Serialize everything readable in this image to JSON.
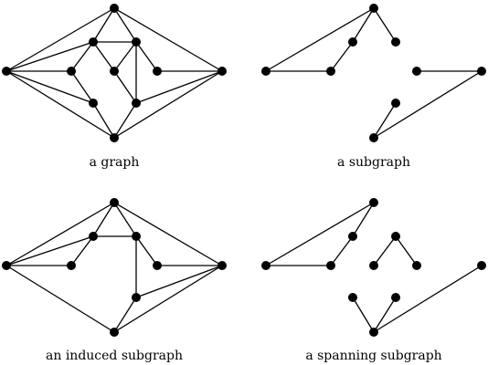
{
  "colors": {
    "edge": "#000000",
    "vertex": "#000000",
    "background": "#ffffff"
  },
  "panels": [
    {
      "id": "graph",
      "caption": "a graph",
      "vertices": [
        "L",
        "T",
        "UL",
        "UR",
        "ML",
        "C",
        "MR",
        "R",
        "LL",
        "LR",
        "B"
      ],
      "edges": [
        [
          "L",
          "T"
        ],
        [
          "L",
          "UL"
        ],
        [
          "L",
          "ML"
        ],
        [
          "L",
          "LL"
        ],
        [
          "L",
          "B"
        ],
        [
          "T",
          "UL"
        ],
        [
          "T",
          "UR"
        ],
        [
          "T",
          "R"
        ],
        [
          "UL",
          "UR"
        ],
        [
          "UL",
          "ML"
        ],
        [
          "UL",
          "C"
        ],
        [
          "UR",
          "C"
        ],
        [
          "UR",
          "MR"
        ],
        [
          "UR",
          "LR"
        ],
        [
          "ML",
          "LL"
        ],
        [
          "C",
          "LR"
        ],
        [
          "MR",
          "R"
        ],
        [
          "LL",
          "B"
        ],
        [
          "LR",
          "B"
        ],
        [
          "LR",
          "R"
        ],
        [
          "B",
          "R"
        ]
      ]
    },
    {
      "id": "subgraph",
      "caption": "a subgraph",
      "vertices": [
        "L",
        "T",
        "UL",
        "UR",
        "ML",
        "MR",
        "R",
        "LR",
        "B"
      ],
      "edges": [
        [
          "L",
          "T"
        ],
        [
          "L",
          "ML"
        ],
        [
          "T",
          "UL"
        ],
        [
          "T",
          "UR"
        ],
        [
          "UL",
          "ML"
        ],
        [
          "MR",
          "R"
        ],
        [
          "LR",
          "B"
        ],
        [
          "B",
          "R"
        ]
      ]
    },
    {
      "id": "induced",
      "caption": "an induced subgraph",
      "vertices": [
        "L",
        "T",
        "UL",
        "UR",
        "ML",
        "MR",
        "R",
        "LR",
        "B"
      ],
      "edges": [
        [
          "L",
          "T"
        ],
        [
          "L",
          "UL"
        ],
        [
          "L",
          "ML"
        ],
        [
          "L",
          "B"
        ],
        [
          "T",
          "UL"
        ],
        [
          "T",
          "UR"
        ],
        [
          "T",
          "R"
        ],
        [
          "UL",
          "UR"
        ],
        [
          "UL",
          "ML"
        ],
        [
          "UR",
          "MR"
        ],
        [
          "UR",
          "LR"
        ],
        [
          "MR",
          "R"
        ],
        [
          "LR",
          "B"
        ],
        [
          "LR",
          "R"
        ],
        [
          "B",
          "R"
        ]
      ]
    },
    {
      "id": "spanning",
      "caption": "a spanning subgraph",
      "vertices": [
        "L",
        "T",
        "UL",
        "UR",
        "ML",
        "C",
        "MR",
        "R",
        "LL",
        "LR",
        "B"
      ],
      "edges": [
        [
          "L",
          "T"
        ],
        [
          "L",
          "ML"
        ],
        [
          "T",
          "UL"
        ],
        [
          "UL",
          "ML"
        ],
        [
          "UR",
          "C"
        ],
        [
          "UR",
          "MR"
        ],
        [
          "LL",
          "B"
        ],
        [
          "LR",
          "B"
        ],
        [
          "B",
          "R"
        ]
      ]
    }
  ]
}
